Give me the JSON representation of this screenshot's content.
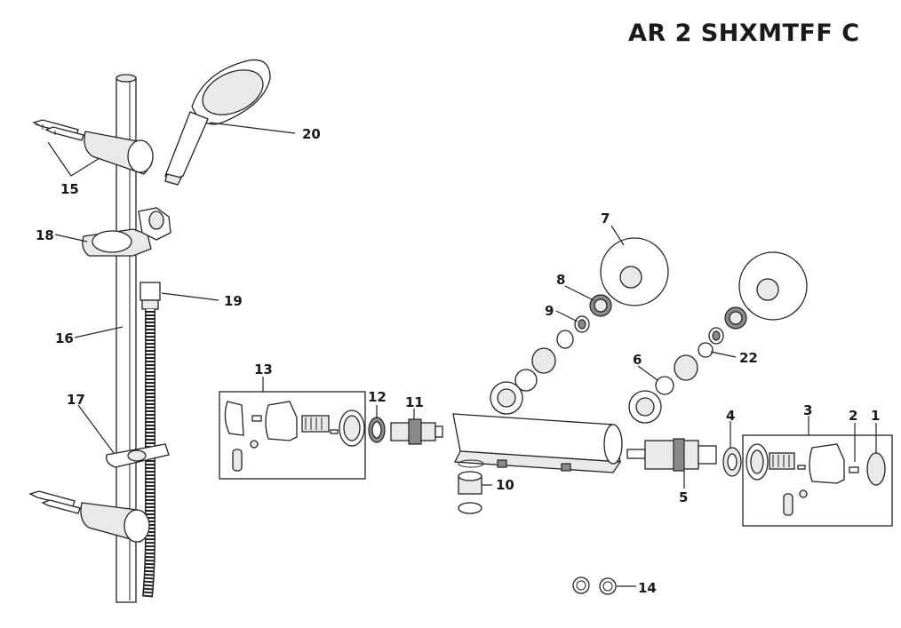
{
  "title": "AR 2 SHXMTFF C",
  "callouts": [
    "1",
    "2",
    "3",
    "4",
    "5",
    "6",
    "7",
    "8",
    "9",
    "10",
    "11",
    "12",
    "13",
    "14",
    "15",
    "16",
    "17",
    "18",
    "19",
    "20",
    "22"
  ]
}
